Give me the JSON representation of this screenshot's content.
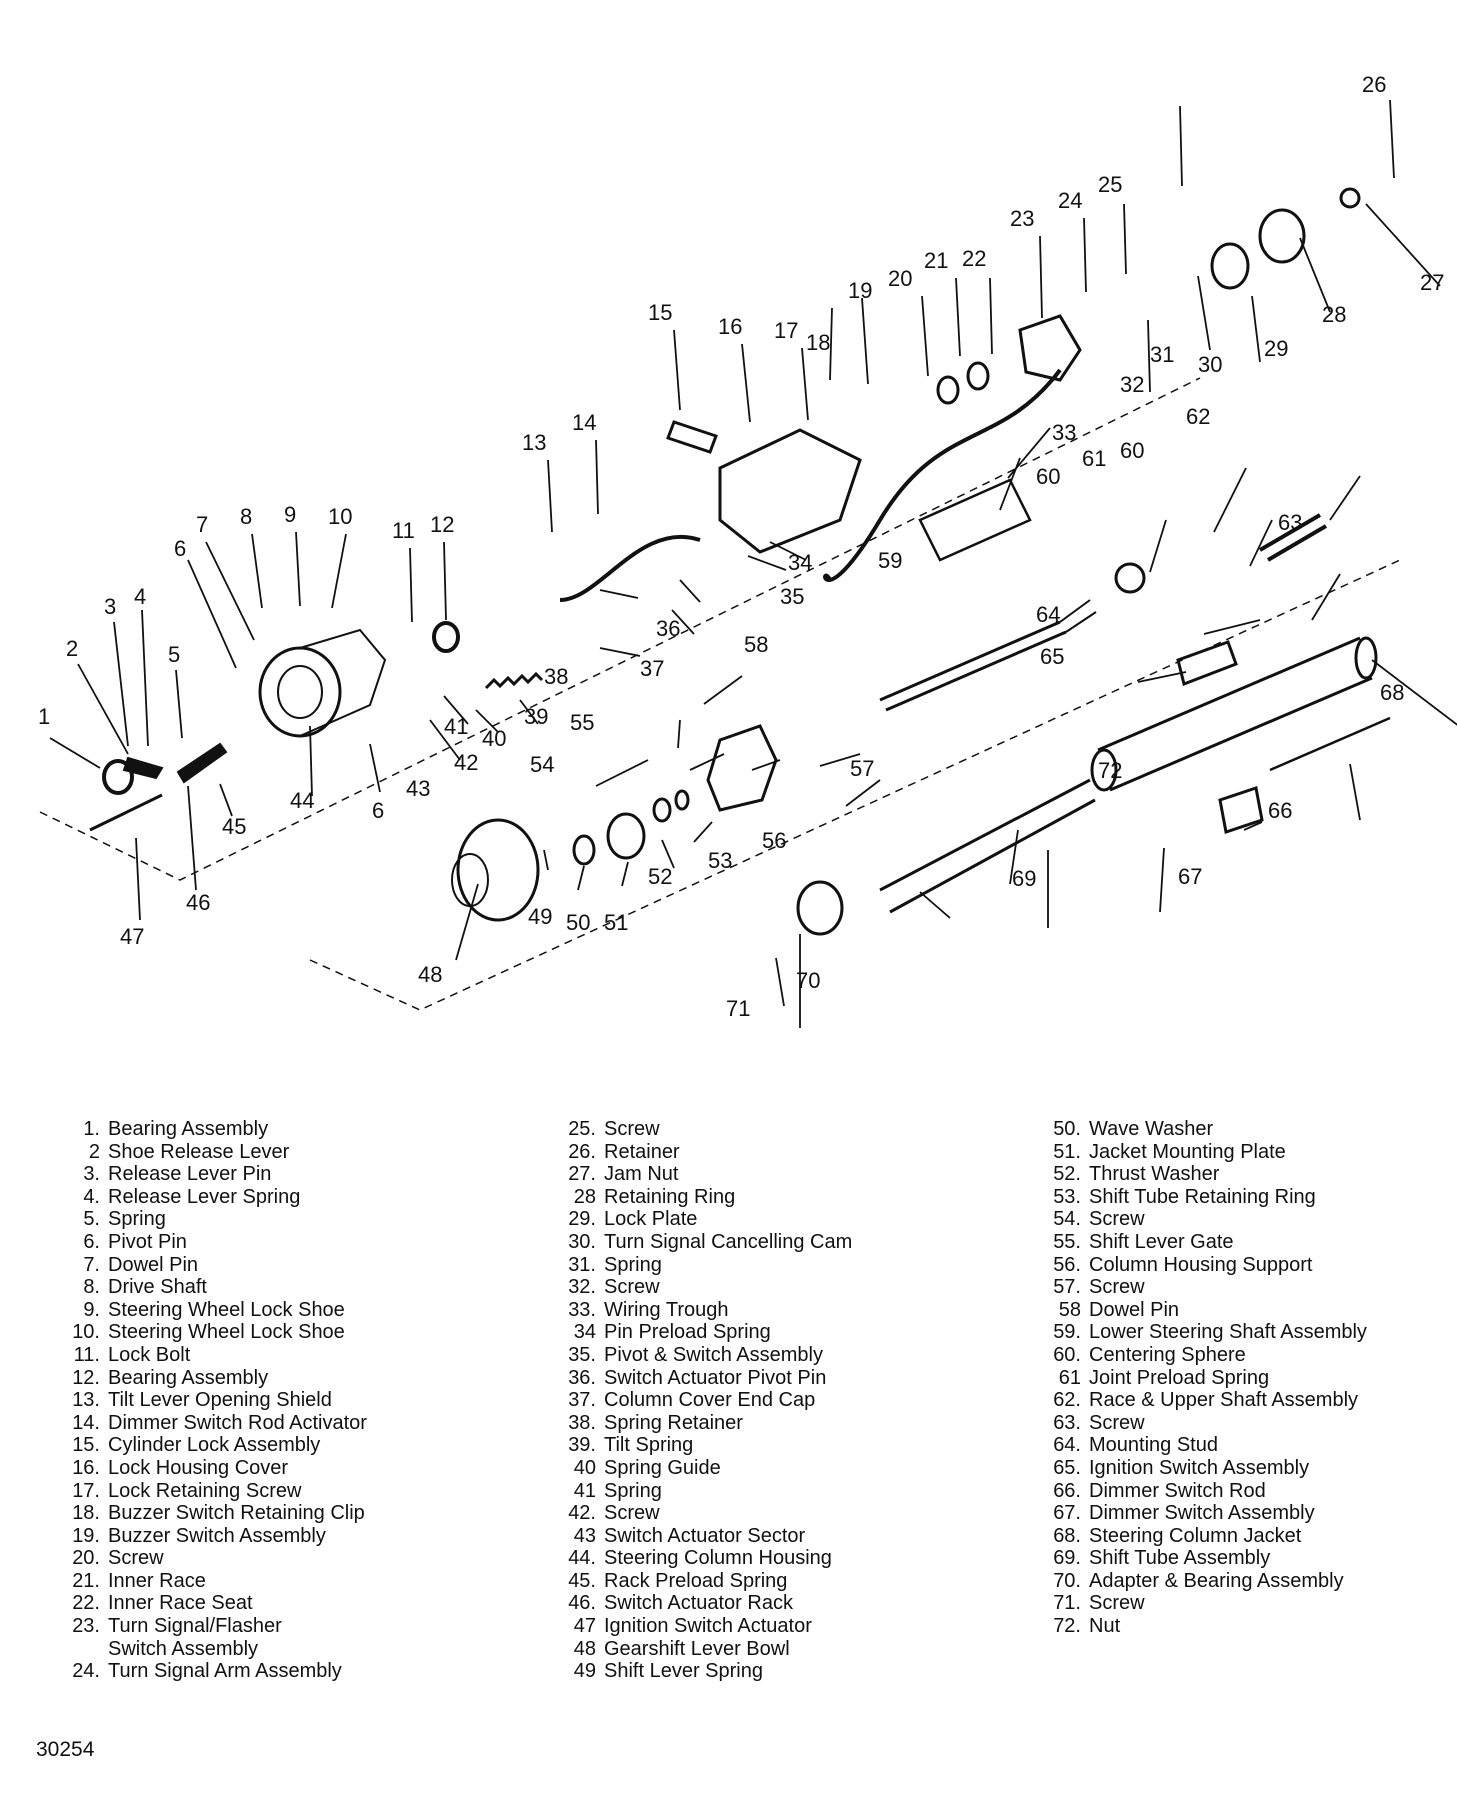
{
  "legend": {
    "col1": [
      {
        "num": "1.",
        "label": "Bearing Assembly"
      },
      {
        "num": "2",
        "label": "Shoe Release Lever"
      },
      {
        "num": "3.",
        "label": "Release Lever Pin"
      },
      {
        "num": "4.",
        "label": "Release Lever Spring"
      },
      {
        "num": "5.",
        "label": "Spring"
      },
      {
        "num": "6.",
        "label": "Pivot Pin"
      },
      {
        "num": "7.",
        "label": "Dowel Pin"
      },
      {
        "num": "8.",
        "label": "Drive Shaft"
      },
      {
        "num": "9.",
        "label": "Steering Wheel Lock Shoe"
      },
      {
        "num": "10.",
        "label": "Steering Wheel Lock Shoe"
      },
      {
        "num": "11.",
        "label": "Lock Bolt"
      },
      {
        "num": "12.",
        "label": "Bearing Assembly"
      },
      {
        "num": "13.",
        "label": "Tilt Lever Opening Shield"
      },
      {
        "num": "14.",
        "label": "Dimmer Switch Rod Activator"
      },
      {
        "num": "15.",
        "label": "Cylinder Lock Assembly"
      },
      {
        "num": "16.",
        "label": "Lock Housing Cover"
      },
      {
        "num": "17.",
        "label": "Lock Retaining Screw"
      },
      {
        "num": "18.",
        "label": "Buzzer Switch Retaining Clip"
      },
      {
        "num": "19.",
        "label": "Buzzer Switch Assembly"
      },
      {
        "num": "20.",
        "label": "Screw"
      },
      {
        "num": "21.",
        "label": "Inner Race"
      },
      {
        "num": "22.",
        "label": "Inner Race Seat"
      },
      {
        "num": "23.",
        "label": "Turn Signal/Flasher"
      },
      {
        "num": "",
        "label": "Switch Assembly"
      },
      {
        "num": "24.",
        "label": "Turn Signal Arm Assembly"
      }
    ],
    "col2": [
      {
        "num": "25.",
        "label": "Screw"
      },
      {
        "num": "26.",
        "label": "Retainer"
      },
      {
        "num": "27.",
        "label": "Jam Nut"
      },
      {
        "num": "28",
        "label": "Retaining Ring"
      },
      {
        "num": "29.",
        "label": "Lock Plate"
      },
      {
        "num": "30.",
        "label": "Turn Signal Cancelling Cam"
      },
      {
        "num": "31.",
        "label": "Spring"
      },
      {
        "num": "32.",
        "label": "Screw"
      },
      {
        "num": "33.",
        "label": "Wiring Trough"
      },
      {
        "num": "34",
        "label": "Pin Preload Spring"
      },
      {
        "num": "35.",
        "label": "Pivot & Switch Assembly"
      },
      {
        "num": "36.",
        "label": "Switch Actuator Pivot Pin"
      },
      {
        "num": "37.",
        "label": "Column Cover End Cap"
      },
      {
        "num": "38.",
        "label": "Spring Retainer"
      },
      {
        "num": "39.",
        "label": "Tilt Spring"
      },
      {
        "num": "40",
        "label": "Spring Guide"
      },
      {
        "num": "41",
        "label": "Spring"
      },
      {
        "num": "42.",
        "label": "Screw"
      },
      {
        "num": "43",
        "label": "Switch Actuator Sector"
      },
      {
        "num": "44.",
        "label": "Steering Column Housing"
      },
      {
        "num": "45.",
        "label": "Rack Preload Spring"
      },
      {
        "num": "46.",
        "label": "Switch Actuator Rack"
      },
      {
        "num": "47",
        "label": "Ignition Switch Actuator"
      },
      {
        "num": "48",
        "label": "Gearshift Lever Bowl"
      },
      {
        "num": "49",
        "label": "Shift Lever Spring"
      }
    ],
    "col3": [
      {
        "num": "50.",
        "label": "Wave Washer"
      },
      {
        "num": "51.",
        "label": "Jacket Mounting Plate"
      },
      {
        "num": "52.",
        "label": "Thrust Washer"
      },
      {
        "num": "53.",
        "label": "Shift Tube Retaining Ring"
      },
      {
        "num": "54.",
        "label": "Screw"
      },
      {
        "num": "55.",
        "label": "Shift Lever Gate"
      },
      {
        "num": "56.",
        "label": "Column Housing Support"
      },
      {
        "num": "57.",
        "label": "Screw"
      },
      {
        "num": "58",
        "label": "Dowel Pin"
      },
      {
        "num": "59.",
        "label": "Lower Steering Shaft Assembly"
      },
      {
        "num": "60.",
        "label": "Centering Sphere"
      },
      {
        "num": "61",
        "label": "Joint Preload Spring"
      },
      {
        "num": "62.",
        "label": "Race & Upper Shaft Assembly"
      },
      {
        "num": "63.",
        "label": "Screw"
      },
      {
        "num": "64.",
        "label": "Mounting Stud"
      },
      {
        "num": "65.",
        "label": "Ignition Switch Assembly"
      },
      {
        "num": "66.",
        "label": "Dimmer Switch Rod"
      },
      {
        "num": "67.",
        "label": "Dimmer Switch Assembly"
      },
      {
        "num": "68.",
        "label": "Steering Column Jacket"
      },
      {
        "num": "69.",
        "label": "Shift Tube Assembly"
      },
      {
        "num": "70.",
        "label": "Adapter & Bearing Assembly"
      },
      {
        "num": "71.",
        "label": "Screw"
      },
      {
        "num": "72.",
        "label": "Nut"
      }
    ]
  },
  "callouts": [
    "1",
    "2",
    "3",
    "4",
    "5",
    "6",
    "6",
    "7",
    "8",
    "9",
    "10",
    "11",
    "12",
    "13",
    "14",
    "15",
    "16",
    "17",
    "18",
    "19",
    "20",
    "21",
    "22",
    "23",
    "24",
    "25",
    "26",
    "27",
    "28",
    "29",
    "30",
    "31",
    "32",
    "33",
    "34",
    "35",
    "36",
    "37",
    "38",
    "39",
    "40",
    "41",
    "42",
    "43",
    "44",
    "45",
    "46",
    "47",
    "48",
    "49",
    "50",
    "51",
    "52",
    "53",
    "54",
    "55",
    "56",
    "57",
    "58",
    "59",
    "60",
    "60",
    "61",
    "62",
    "63",
    "64",
    "65",
    "66",
    "67",
    "68",
    "69",
    "70",
    "71",
    "72"
  ],
  "figure_id": "30254",
  "colors": {
    "ink": "#111111",
    "background": "#ffffff"
  }
}
